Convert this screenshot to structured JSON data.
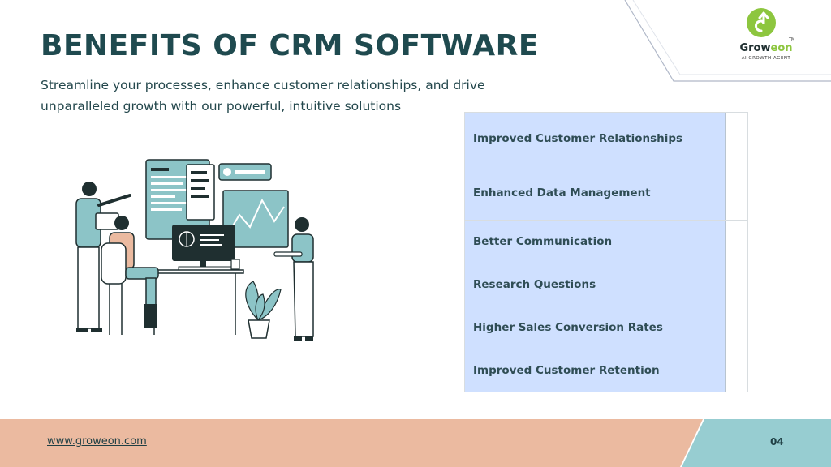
{
  "slide": {
    "title": "BENEFITS OF CRM SOFTWARE",
    "subtitle": "Streamline your processes, enhance customer relationships, and drive unparalleled growth with our powerful, intuitive solutions"
  },
  "logo": {
    "name_part1": "Grow",
    "name_part2": "eon",
    "trademark": "TM",
    "tagline": "AI GROWTH AGENT",
    "icon": "growth-arrow-logo-icon"
  },
  "benefits": [
    "Improved Customer Relationships",
    "Enhanced Data Management",
    "Better Communication",
    "Research Questions",
    "Higher Sales Conversion Rates",
    "Improved Customer Retention"
  ],
  "illustration": {
    "icon": "team-analytics-illustration"
  },
  "footer": {
    "website": "www.groweon.com",
    "page_number": "04"
  },
  "colors": {
    "title": "#1f4a4f",
    "benefit_fill": "#cfe0ff",
    "footer_peach": "#ebbaa0",
    "footer_teal": "#97cdd1",
    "logo_green": "#8dc63f"
  }
}
